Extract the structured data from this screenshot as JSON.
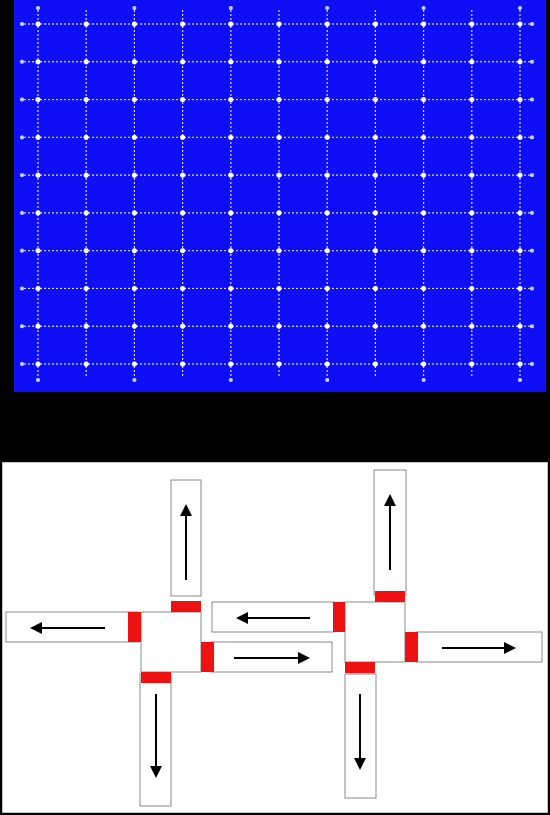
{
  "colors": {
    "background": "#000000",
    "grid_panel": "#0f0ff5",
    "grid_lines": "#d9ddff",
    "road_panel": "#ffffff",
    "road_outline": "#888888",
    "signal": "#ee1111",
    "arrow": "#000000"
  },
  "grid_network": {
    "description_type": "road-grid-network",
    "rows": 10,
    "cols": 11
  },
  "intersections": [
    {
      "name": "left-intersection",
      "signals": [
        "north",
        "south",
        "west",
        "east"
      ],
      "arms": [
        {
          "side": "north",
          "direction": "up"
        },
        {
          "side": "south",
          "direction": "down"
        },
        {
          "side": "west",
          "direction": "left"
        },
        {
          "side": "east",
          "direction": "right"
        }
      ]
    },
    {
      "name": "right-intersection",
      "signals": [
        "north",
        "south",
        "west",
        "east"
      ],
      "arms": [
        {
          "side": "north",
          "direction": "up"
        },
        {
          "side": "south",
          "direction": "down"
        },
        {
          "side": "west",
          "direction": "left"
        },
        {
          "side": "east",
          "direction": "right"
        }
      ]
    }
  ]
}
